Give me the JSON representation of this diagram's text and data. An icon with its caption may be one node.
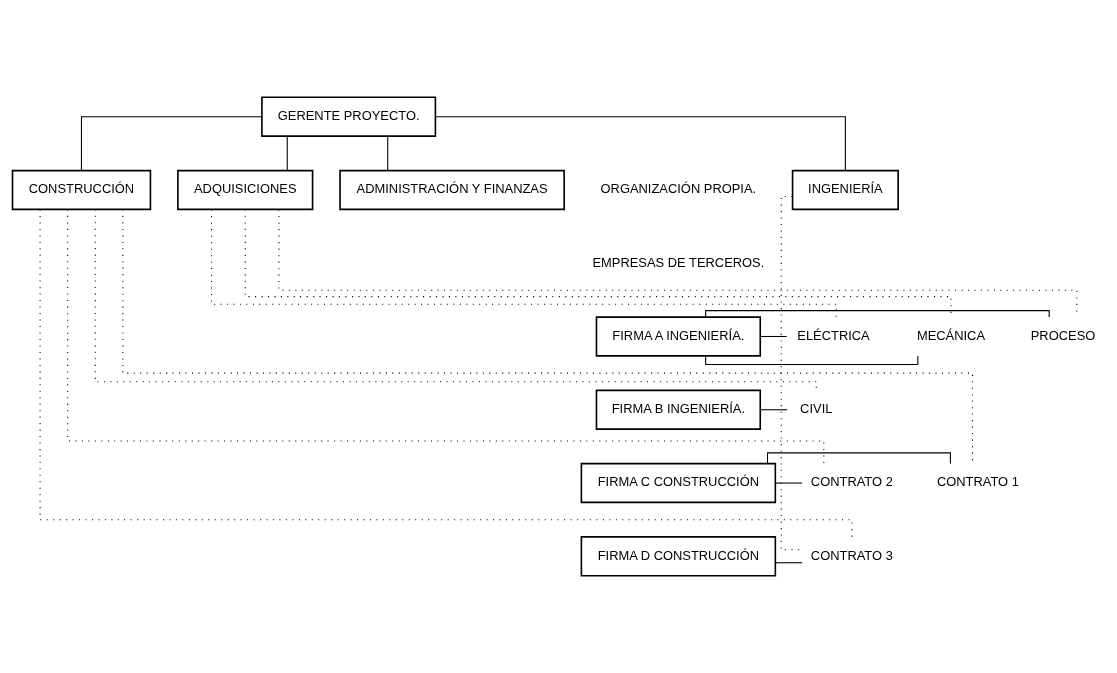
{
  "diagram": {
    "nodes": [
      {
        "text": [
          "GERENTE PROYECTO."
        ]
      },
      {
        "text": [
          "INGENIERÍA"
        ]
      },
      {
        "text": [
          "CONSTRUCCIÓN"
        ]
      },
      {
        "text": [
          "ADQUISICIONES"
        ]
      },
      {
        "text": [
          "ADMINISTRACIÓN Y FINANZAS"
        ]
      },
      {
        "text": [
          "FIRMA A INGENIERÍA."
        ]
      },
      {
        "text": [
          "FIRMA B INGENIERÍA."
        ]
      },
      {
        "text": [
          "FIRMA C CONSTRUCCIÓN"
        ]
      },
      {
        "text": [
          "FIRMA D CONSTRUCCIÓN"
        ]
      },
      {
        "text": [
          "PROCESO"
        ]
      },
      {
        "text": [
          "MECÁNICA"
        ]
      },
      {
        "text": [
          "ELÉCTRICA"
        ]
      },
      {
        "text": [
          "CIVIL"
        ]
      },
      {
        "text": [
          "CONTRATO 1"
        ]
      },
      {
        "text": [
          "CONTRATO 2"
        ]
      },
      {
        "text": [
          "CONTRATO 3"
        ]
      }
    ],
    "edges": [
      {
        "from": 0,
        "to": 1,
        "arrow": "none"
      },
      {
        "from": 0,
        "to": 2,
        "arrow": "none"
      },
      {
        "from": 0,
        "to": 3,
        "arrow": "none"
      },
      {
        "from": 0,
        "to": 4,
        "arrow": "none"
      },
      {
        "from": 5,
        "to": 9,
        "arrow": "none"
      },
      {
        "from": 5,
        "to": 10,
        "arrow": "none"
      },
      {
        "from": 5,
        "to": 11,
        "arrow": "none"
      },
      {
        "from": 6,
        "to": 12,
        "arrow": "none"
      },
      {
        "from": 7,
        "to": 13,
        "arrow": "none"
      },
      {
        "from": 7,
        "to": 14,
        "arrow": "none"
      },
      {
        "from": 8,
        "to": 15,
        "arrow": "none"
      },
      {
        "from": 3,
        "to": 9,
        "arrow": "none",
        "style": "dashed"
      },
      {
        "from": 3,
        "to": 10,
        "arrow": "none",
        "style": "dashed"
      },
      {
        "from": 3,
        "to": 11,
        "arrow": "none",
        "style": "dashed"
      },
      {
        "from": 2,
        "to": 12,
        "arrow": "none",
        "style": "dashed"
      },
      {
        "from": 2,
        "to": 13,
        "arrow": "none",
        "style": "dashed"
      },
      {
        "from": 2,
        "to": 14,
        "arrow": "none",
        "style": "dashed"
      },
      {
        "from": 2,
        "to": 15,
        "arrow": "none",
        "style": "dashed"
      },
      {
        "from": 1,
        "to": 15,
        "arrow": "none",
        "style": "dashed"
      }
    ],
    "labels": [
      "ORGANIZACIÓN PROPIA.",
      "EMPRESAS DE TERCEROS."
    ]
  }
}
